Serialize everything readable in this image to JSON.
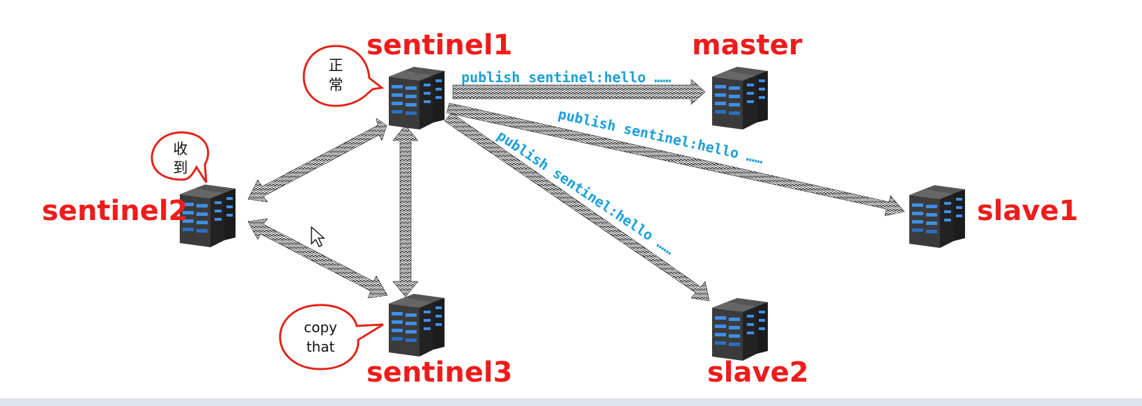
{
  "nodes": {
    "sentinel1": "sentinel1",
    "sentinel2": "sentinel2",
    "sentinel3": "sentinel3",
    "master": "master",
    "slave1": "slave1",
    "slave2": "slave2"
  },
  "messages": {
    "to_master": "publish sentinel:hello ……",
    "to_slave1": "publish sentinel:hello ……",
    "to_slave2": "publish sentinel:hello ……"
  },
  "bubbles": {
    "sentinel1": [
      "正",
      "常"
    ],
    "sentinel2": [
      "收",
      "到"
    ],
    "sentinel3": [
      "copy",
      "that"
    ]
  },
  "colors": {
    "label": "#ee1c1c",
    "message": "#1a9fd8",
    "bubble_border": "#e02418",
    "server_body": "#3b3b3b",
    "server_light": "#3f8fe6"
  }
}
